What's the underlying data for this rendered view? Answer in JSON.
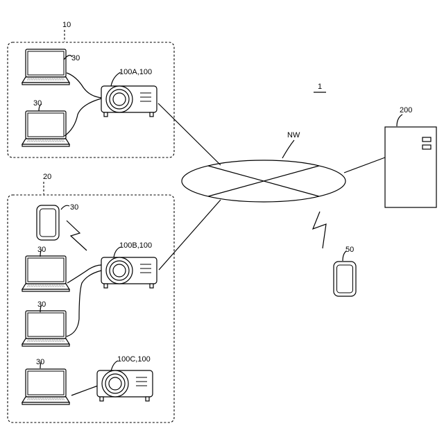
{
  "system": {
    "label": "1"
  },
  "network": {
    "label": "NW"
  },
  "server": {
    "label": "200"
  },
  "mobile_device": {
    "label": "50"
  },
  "groups": [
    {
      "label": "10"
    },
    {
      "label": "20"
    }
  ],
  "projectors": [
    {
      "label": "100A,100"
    },
    {
      "label": "100B,100"
    },
    {
      "label": "100C,100"
    }
  ],
  "terminals": [
    {
      "label": "30"
    },
    {
      "label": "30"
    },
    {
      "label": "30"
    },
    {
      "label": "30"
    },
    {
      "label": "30"
    },
    {
      "label": "30"
    }
  ]
}
